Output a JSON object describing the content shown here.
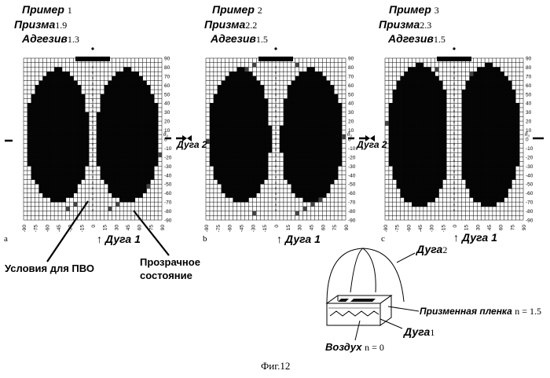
{
  "panels": [
    {
      "header_word": "Пример",
      "header_num": "1",
      "prism_word": "Призма",
      "prism_num": "1.9",
      "adhesion_word": "Адгезив",
      "adhesion_num": "1.3",
      "letter": "a",
      "arc_label": "Дуга 1",
      "mode": "a"
    },
    {
      "header_word": "Пример",
      "header_num": "2",
      "prism_word": "Призма",
      "prism_num": "2.2",
      "adhesion_word": "Адгезив",
      "adhesion_num": "1.5",
      "letter": "b",
      "arc_label": "Дуга 1",
      "mode": "b"
    },
    {
      "header_word": "Пример",
      "header_num": "3",
      "prism_word": "Призма",
      "prism_num": "2.3",
      "adhesion_word": "Адгезив",
      "adhesion_num": "1.5",
      "letter": "c",
      "arc_label": "Дуга 1",
      "mode": "c"
    }
  ],
  "axis": {
    "x_ticks": [
      "-90",
      "-75",
      "-60",
      "-45",
      "-30",
      "-15",
      "0",
      "15",
      "30",
      "45",
      "60",
      "75",
      "90"
    ],
    "y_ticks": [
      "90",
      "80",
      "70",
      "60",
      "50",
      "40",
      "30",
      "20",
      "10",
      "0",
      "-10",
      "-20",
      "-30",
      "-40",
      "-50",
      "-60",
      "-70",
      "-80",
      "-90"
    ],
    "y_axis_symbol": "θ₀"
  },
  "arc2_label": "Дуга 2",
  "annotations": {
    "tir_conditions": "Условия для ПВО",
    "transparent_line1": "Прозрачное",
    "transparent_line2": "состояние"
  },
  "schematic": {
    "arc2_word": "Дуга",
    "arc2_num": "2",
    "film_word": "Призменная пленка",
    "film_n": "n = 1.5",
    "arc1_word": "Дуга",
    "arc1_num": "1",
    "air_word": "Воздух",
    "air_n": "n = 0"
  },
  "figure_caption": "Фиг.12"
}
